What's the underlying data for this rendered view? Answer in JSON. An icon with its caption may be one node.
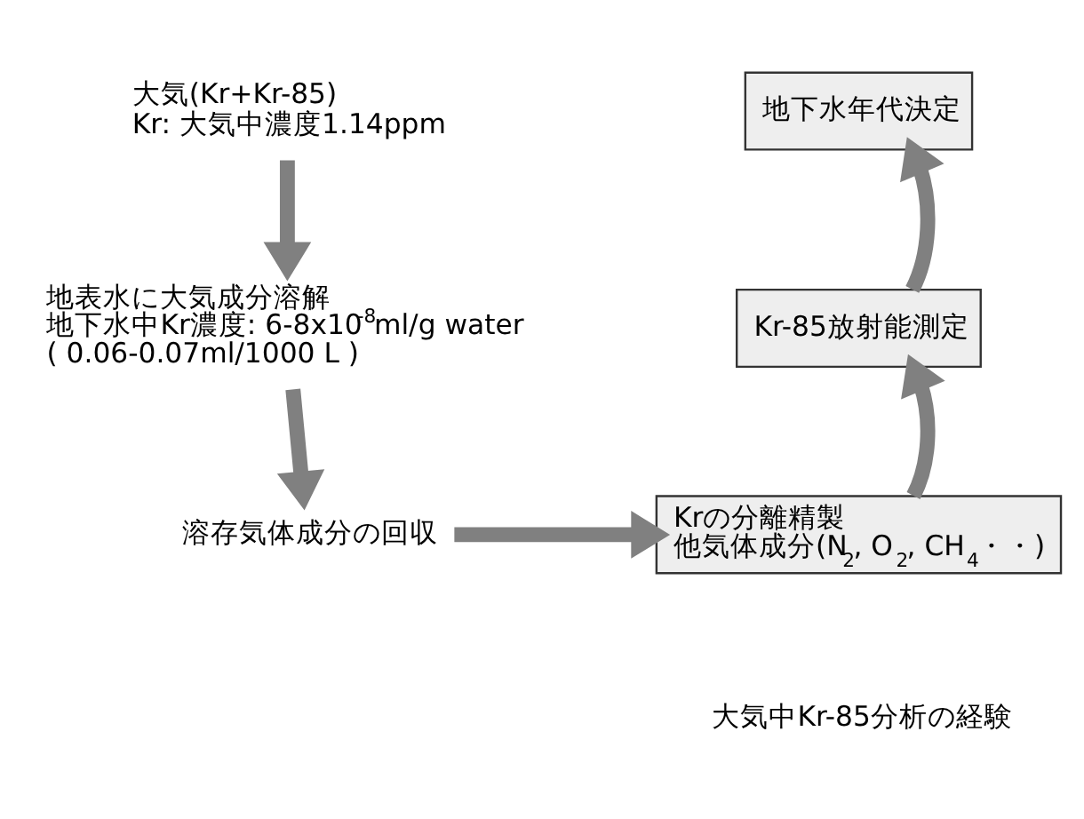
{
  "diagram": {
    "nodes": [
      {
        "text": [
          "大気(Kr+Kr-85)",
          "Kr: 大気中濃度1.14ppm"
        ]
      },
      {
        "text": [
          "地表水に大気成分溶解",
          "地下水中Kr濃度: 6-8x10$^{-8}$ml/g water",
          "( 0.06-0.07ml/1000 L )"
        ]
      },
      {
        "text": [
          "溶存気体成分の回収"
        ]
      },
      {
        "text": [
          "Krの分離精製",
          "他気体成分(N$_{2}$, O$_{2}$, CH$_{4}$・・)"
        ]
      },
      {
        "text": [
          "Kr-85放射能測定"
        ]
      },
      {
        "text": [
          "地下水年代決定"
        ]
      }
    ],
    "edges": [
      {
        "from": 0,
        "to": 1,
        "arrow": "to"
      },
      {
        "from": 1,
        "to": 2,
        "arrow": "to"
      },
      {
        "from": 2,
        "to": 3,
        "arrow": "to"
      },
      {
        "from": 3,
        "to": 4,
        "arrow": "to"
      },
      {
        "from": 4,
        "to": 5,
        "arrow": "to"
      }
    ],
    "labels": [
      "大気中Kr-85分析の経験"
    ]
  }
}
